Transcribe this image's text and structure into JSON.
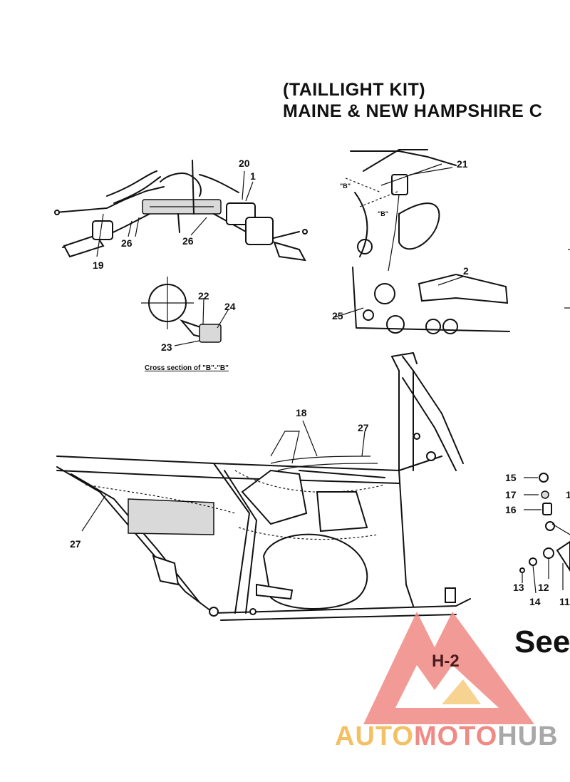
{
  "heading": {
    "line1": "(TAILLIGHT KIT)",
    "line2": "MAINE & NEW HAMPSHIRE C"
  },
  "callouts": {
    "c1": "1",
    "c2": "2",
    "c11": "11",
    "c12": "12",
    "c13": "13",
    "c14": "14",
    "c15": "15",
    "c16": "16",
    "c17": "17",
    "c18": "18",
    "c19": "19",
    "c20": "20",
    "c21": "21",
    "c22": "22",
    "c23": "23",
    "c24": "24",
    "c25": "25",
    "c26a": "26",
    "c26b": "26",
    "c27a": "27",
    "c27b": "27",
    "c1b": "1"
  },
  "section_refs": {
    "b1": "\"B\"",
    "b2": "\"B\""
  },
  "section_caption": "Cross section of \"B\"-\"B\"",
  "page_ref": "H-2",
  "see_text": "See",
  "watermark": {
    "part1": "AUTO",
    "part2": "MOTO",
    "part3": "HUB"
  },
  "colors": {
    "ink": "#111111",
    "watermark_red": "#f08a84",
    "watermark_yellow": "#f4c064",
    "watermark_gray": "#a8a8a8"
  }
}
